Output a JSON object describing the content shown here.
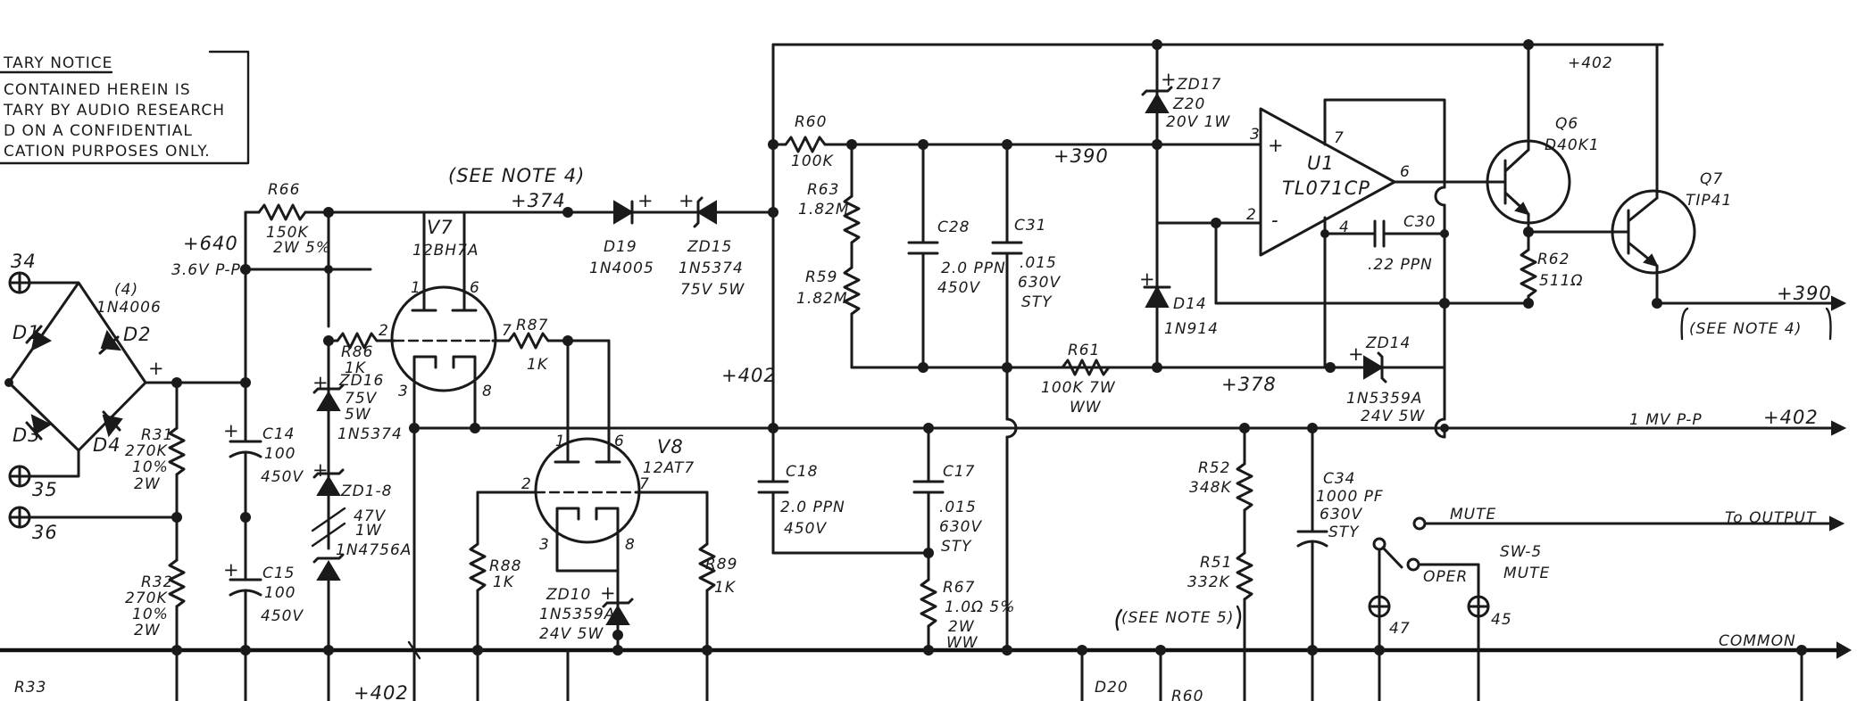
{
  "notice": {
    "lines": [
      "TARY NOTICE",
      "CONTAINED HEREIN IS",
      "TARY BY AUDIO RESEARCH",
      "D ON A CONFIDENTIAL",
      "CATION PURPOSES ONLY."
    ]
  },
  "notes": {
    "note4_top": "(SEE NOTE 4)",
    "note4_right": "(SEE NOTE 4)",
    "note5": "(SEE NOTE 5)"
  },
  "rails": {
    "v640": "+640",
    "v640_ripple": "3.6V P-P",
    "v374": "+374",
    "v390_top": "+390",
    "v402_top": "+402",
    "v402_mid": "+402",
    "v402_bus": "+402",
    "v402_bottom": "+402",
    "v390_out": "+390",
    "v378": "+378",
    "ripple_1mv": "1 MV P-P",
    "common": "COMMON"
  },
  "terminals": {
    "t34": "34",
    "t35": "35",
    "t36": "36",
    "t47": "47",
    "t45": "45"
  },
  "bridge": {
    "D1": "D1",
    "D2": "D2",
    "D3": "D3",
    "D4": "D4",
    "qty": "(4)",
    "part": "1N4006",
    "plus": "+"
  },
  "components": {
    "R66": [
      "R66",
      "150K",
      "2W 5%"
    ],
    "R31": [
      "R31",
      "270K",
      "10%",
      "2W"
    ],
    "R32": [
      "R32",
      "270K",
      "10%",
      "2W"
    ],
    "R33": [
      "R33"
    ],
    "C14": [
      "C14",
      "100",
      "450V"
    ],
    "C15": [
      "C15",
      "100",
      "450V"
    ],
    "R86": [
      "R86",
      "1K"
    ],
    "ZD16": [
      "ZD16",
      "75V",
      "5W",
      "1N5374"
    ],
    "ZD18": [
      "ZD1-8",
      "47V",
      "1W",
      "1N4756A"
    ],
    "V7": [
      "V7",
      "12BH7A"
    ],
    "R87": [
      "R87",
      "1K"
    ],
    "V8": [
      "V8",
      "12AT7"
    ],
    "R88": [
      "R88",
      "1K"
    ],
    "R89": [
      "R89",
      "1K"
    ],
    "ZD10": [
      "ZD10",
      "1N5359A",
      "24V 5W"
    ],
    "D19": [
      "D19",
      "1N4005"
    ],
    "ZD15": [
      "ZD15",
      "1N5374",
      "75V 5W"
    ],
    "R60": [
      "R60",
      "100K"
    ],
    "R63": [
      "R63",
      "1.82M"
    ],
    "R59": [
      "R59",
      "1.82M"
    ],
    "C28": [
      "C28",
      "2.0 PPN",
      "450V"
    ],
    "C31": [
      "C31",
      ".015",
      "630V",
      "STY"
    ],
    "C18": [
      "C18",
      "2.0 PPN",
      "450V"
    ],
    "C17": [
      "C17",
      ".015",
      "630V",
      "STY"
    ],
    "R67": [
      "R67",
      "1.0Ω 5%",
      "2W",
      "WW"
    ],
    "R61": [
      "R61",
      "100K 7W",
      "WW"
    ],
    "ZD17": [
      "ZD17",
      "Z20",
      "20V 1W"
    ],
    "U1": [
      "U1",
      "TL071CP"
    ],
    "C30": [
      "C30",
      ".22 PPN"
    ],
    "D14": [
      "D14",
      "1N914"
    ],
    "ZD14": [
      "ZD14",
      "1N5359A",
      "24V 5W"
    ],
    "Q6": [
      "Q6",
      "D40K1"
    ],
    "Q7": [
      "Q7",
      "TIP41"
    ],
    "R62": [
      "R62",
      "511Ω"
    ],
    "R52": [
      "R52",
      "348K"
    ],
    "R51": [
      "R51",
      "332K"
    ],
    "C34": [
      "C34",
      "1000 PF",
      "630V",
      "STY"
    ],
    "SW5": [
      "SW-5",
      "MUTE"
    ],
    "D20": [
      "D20"
    ],
    "R60b": [
      "R60"
    ]
  },
  "pins": {
    "v7_1": "1",
    "v7_6": "6",
    "v7_2": "2",
    "v7_7": "7",
    "v7_3": "3",
    "v7_8": "8",
    "v8_1": "1",
    "v8_6": "6",
    "v8_2": "2",
    "v8_7": "7",
    "v8_3": "3",
    "v8_8": "8",
    "u1_3": "3",
    "u1_2": "2",
    "u1_7": "7",
    "u1_6": "6",
    "u1_4": "4",
    "u1_plus": "+",
    "u1_minus": "-"
  },
  "switch": {
    "mute": "MUTE",
    "oper": "OPER",
    "to_output": "To OUTPUT"
  }
}
